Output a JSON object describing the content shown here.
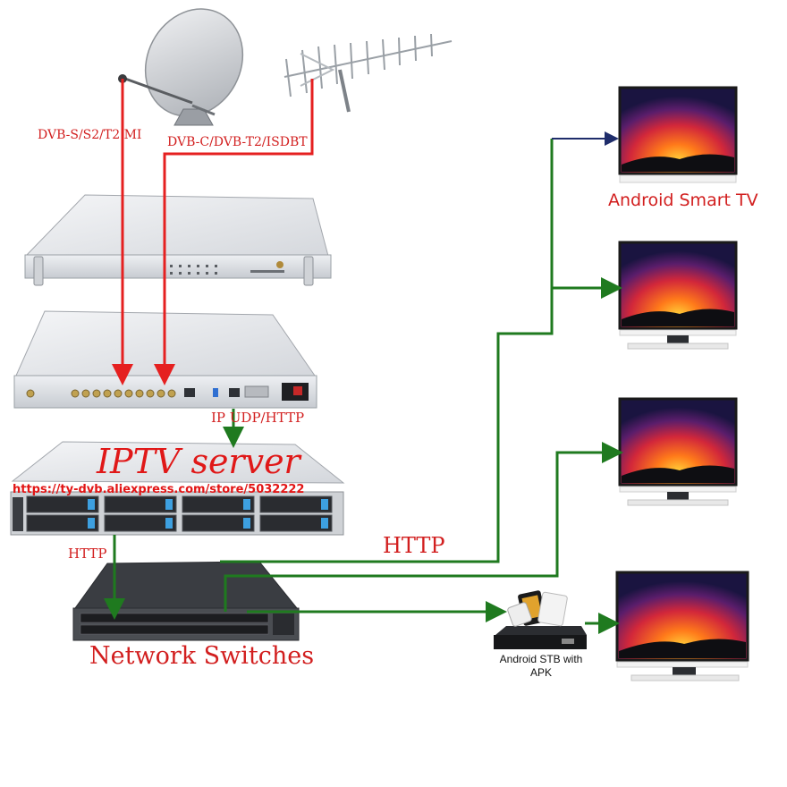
{
  "labels": {
    "satellite_input": "DVB-S/S2/T2 MI",
    "terrestrial_input": "DVB-C/DVB-T2/ISDBT",
    "ip_output": "IP UDP/HTTP",
    "server_title": "IPTV server",
    "store_url": "https://ty-dvb.aliexpress.com/store/5032222",
    "server_to_switch": "HTTP",
    "switch_to_clients": "HTTP",
    "switch_title": "Network Switches",
    "smart_tv": "Android Smart TV",
    "stb": "Android STB with APK"
  },
  "colors": {
    "rf_line": "#e52020",
    "ip_line": "#1f7a1f",
    "first_arrow": "#1f2d6b",
    "label_red": "#d21f1f"
  },
  "devices": {
    "dish": "satellite-dish",
    "antenna": "yagi-antenna",
    "receiver": "rack-receiver",
    "gateway": "rack-gateway",
    "server": "iptv-server",
    "switch": "network-switch",
    "tvs": 4,
    "stb": "set-top-box"
  }
}
